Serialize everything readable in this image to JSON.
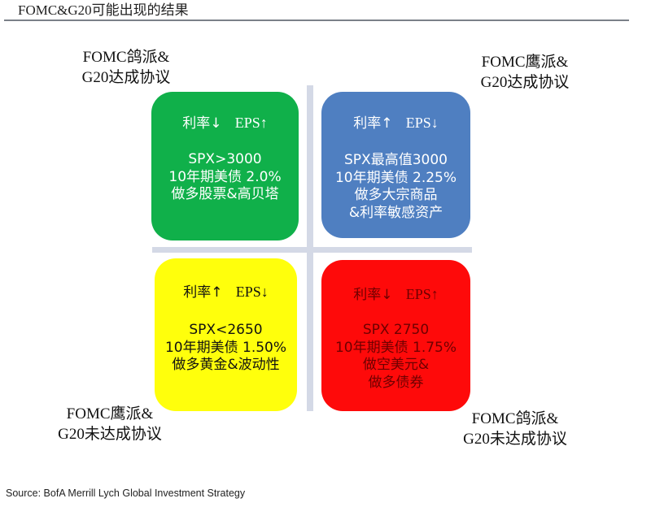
{
  "title": "FOMC&G20可能出现的结果",
  "colors": {
    "green": "#10b04a",
    "blue": "#4f7fc1",
    "yellow": "#ffff0c",
    "red": "#fe0a0a",
    "divider": "#d4d9e6"
  },
  "corners": {
    "top_left": [
      "FOMC鸽派&",
      "G20达成协议"
    ],
    "top_right": [
      "FOMC鹰派&",
      "G20达成协议"
    ],
    "bottom_left": [
      "FOMC鹰派&",
      "G20未达成协议"
    ],
    "bottom_right": [
      "FOMC鸽派&",
      "G20未达成协议"
    ]
  },
  "quadrants": {
    "green": {
      "rate": "利率↓",
      "eps": "EPS↑",
      "lines": [
        "SPX>3000",
        "10年期美债 2.0%",
        "做多股票&高贝塔"
      ]
    },
    "blue": {
      "rate": "利率↑",
      "eps": "EPS↓",
      "lines": [
        "SPX最高值3000",
        "10年期美债 2.25%",
        "做多大宗商品",
        "&利率敏感资产"
      ]
    },
    "yellow": {
      "rate": "利率↑",
      "eps": "EPS↓",
      "lines": [
        "SPX<2650",
        "10年期美债 1.50%",
        "做多黄金&波动性"
      ]
    },
    "red": {
      "rate": "利率↓",
      "eps": "EPS↑",
      "lines": [
        "SPX 2750",
        "10年期美债 1.75%",
        "做空美元&",
        "做多债券"
      ]
    }
  },
  "source": "Source: BofA Merrill Lych Global Investment Strategy"
}
